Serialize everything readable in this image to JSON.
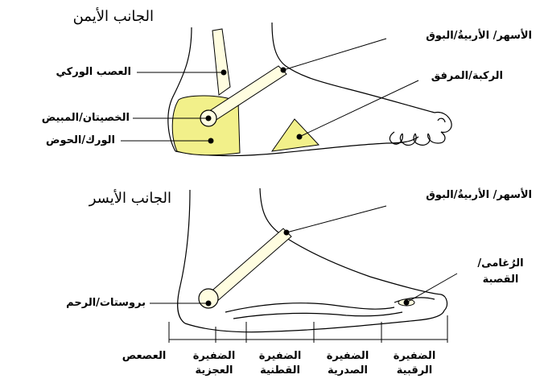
{
  "top_diagram": {
    "title": "الجانب الأيمن",
    "labels": {
      "achilles": "الأسهر/ الأربيةُ/البوق",
      "sciatic": "العصب الوركي",
      "knee_elbow": "الركبة/المرفق",
      "testes_ovary": "الخصيتان/المبيض",
      "hip_pelvis": "الورك/الحوض"
    }
  },
  "bottom_diagram": {
    "title": "الجانب الأيسر",
    "labels": {
      "achilles": "الأسهر/ الأربيةُ/البوق",
      "larynx_trachea": "الرُغامى/ القصبة",
      "prostate_uterus": "بروستات/الرحم"
    },
    "spine_segments": [
      {
        "line1": "الضفيرة",
        "line2": "الرقبية"
      },
      {
        "line1": "الضفيرة",
        "line2": "الصدرية"
      },
      {
        "line1": "الضفيرة",
        "line2": "القطنية"
      },
      {
        "line1": "الضفيرة",
        "line2": "العجزية"
      }
    ],
    "coccyx_label": "العصعص"
  },
  "colors": {
    "reflex_zone_fill": "#f2f08a",
    "line": "#000000",
    "tendon_fill": "#fffde0"
  }
}
